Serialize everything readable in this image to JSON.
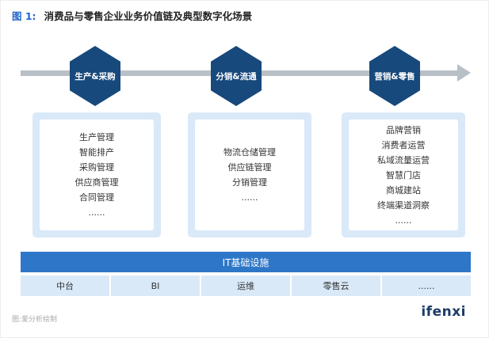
{
  "title": {
    "prefix": "图 1:",
    "text": "消费品与零售企业业务价值链及典型数字化场景"
  },
  "stages": [
    {
      "label": "生产&采购",
      "items": [
        "生产管理",
        "智能排产",
        "采购管理",
        "供应商管理",
        "合同管理",
        "......"
      ]
    },
    {
      "label": "分销&流通",
      "items": [
        "物流仓储管理",
        "供应链管理",
        "分销管理",
        "......"
      ]
    },
    {
      "label": "营销&零售",
      "items": [
        "品牌营销",
        "消费者运营",
        "私域流量运营",
        "智慧门店",
        "商城建站",
        "终端渠道洞察",
        "......"
      ]
    }
  ],
  "infrastructure": {
    "label": "IT基础设施",
    "cells": [
      "中台",
      "BI",
      "运维",
      "零售云",
      "......"
    ]
  },
  "footer": {
    "source": "图:爱分析绘制",
    "logo": "ifenxi"
  },
  "colors": {
    "title_blue": "#1f66cc",
    "hexagon_navy": "#17497c",
    "panel_light_blue": "#d9e9f8",
    "infrastructure_bar_blue": "#2e77c8",
    "arrow_gray": "#b9bfc6",
    "logo_navy": "#1c3c66"
  }
}
